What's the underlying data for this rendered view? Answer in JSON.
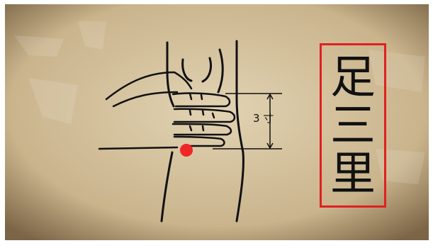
{
  "title_chars": [
    "足",
    "三",
    "里"
  ],
  "measurement_label": "3 寸",
  "colors": {
    "title_border": "#e02020",
    "acupoint": "#ef2626",
    "paper": "#d8c6a2"
  },
  "icons": {
    "acupoint_marker": "red-dot-icon"
  }
}
